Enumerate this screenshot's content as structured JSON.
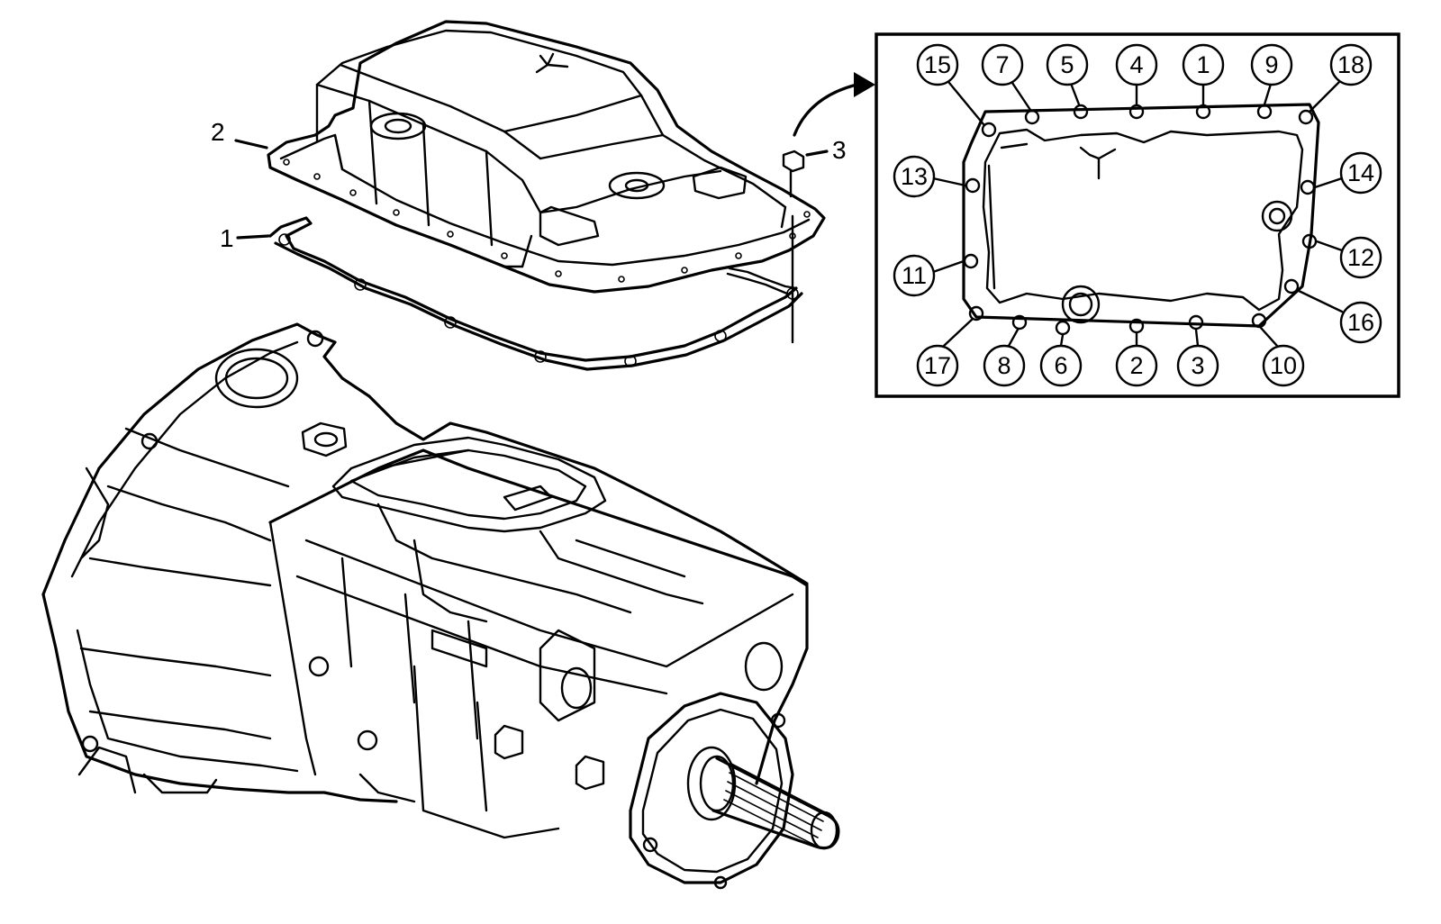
{
  "callouts": {
    "gasket": "1",
    "oil_pan": "2",
    "bolt": "3"
  },
  "tightening_sequence": [
    "15",
    "7",
    "5",
    "4",
    "1",
    "9",
    "18",
    "13",
    "14",
    "11",
    "12",
    "16",
    "17",
    "8",
    "6",
    "2",
    "3",
    "10"
  ]
}
